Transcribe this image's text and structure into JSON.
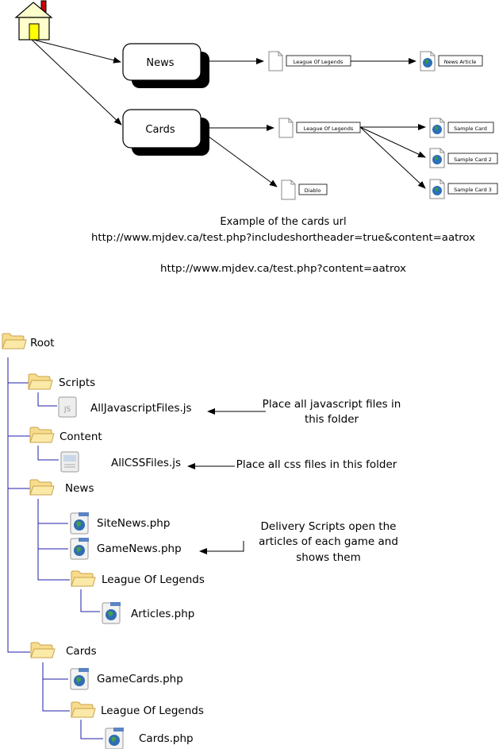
{
  "sitemap": {
    "home_label": "",
    "nodes": {
      "news": "News",
      "cards": "Cards",
      "news_game": "League Of Legends",
      "news_article": "News Article",
      "cards_game": "League Of Legends",
      "cards_diablo": "Diablo",
      "card1": "Sample Card",
      "card2": "Sample Card 2",
      "card3": "Sample Card 3"
    },
    "caption": {
      "line1": "Example of the cards url",
      "line2": "http://www.mjdev.ca/test.php?includeshortheader=true&content=aatrox",
      "line3": "http://www.mjdev.ca/test.php?content=aatrox"
    }
  },
  "tree": {
    "root": "Root",
    "scripts": "Scripts",
    "js_file": "AllJavascriptFiles.js",
    "js_note_1": "Place all javascript files in",
    "js_note_2": "this folder",
    "content": "Content",
    "css_file": "AllCSSFiles.js",
    "css_note": "Place all css files in this folder",
    "news": "News",
    "site_news": "SiteNews.php",
    "game_news": "GameNews.php",
    "delivery_note_1": "Delivery Scripts open the",
    "delivery_note_2": "articles of each game and",
    "delivery_note_3": "shows them",
    "news_lol": "League Of Legends",
    "articles": "Articles.php",
    "cards": "Cards",
    "game_cards": "GameCards.php",
    "cards_lol": "League Of Legends",
    "cards_php": "Cards.php"
  },
  "colors": {
    "tree_line": "#1f1fa8",
    "folder_fill": "#f7dc8e",
    "folder_stroke": "#c9a24a",
    "house_wall": "#ffffcc",
    "house_door": "#ffff00",
    "chimney": "#cc0000"
  }
}
